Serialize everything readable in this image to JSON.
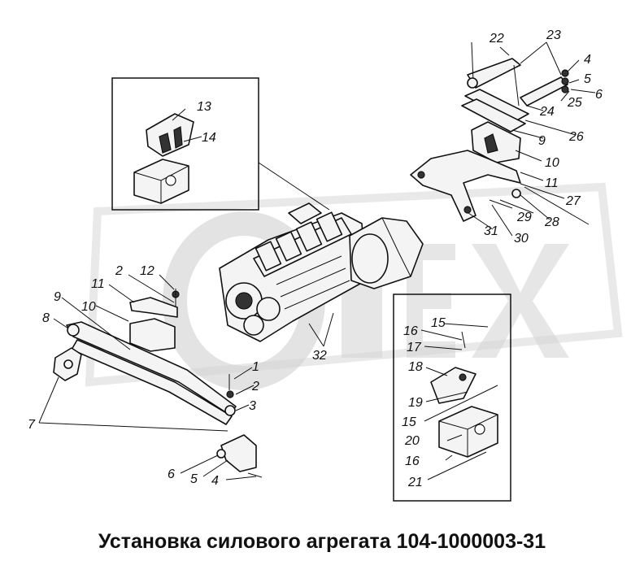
{
  "caption": "Установка силового агрегата 104-1000003-31",
  "watermark": {
    "text": "OREX",
    "logo_lettering": true
  },
  "labels": [
    {
      "id": "l22a",
      "text": "22"
    },
    {
      "id": "l23a",
      "text": "23"
    },
    {
      "id": "l4a",
      "text": "4"
    },
    {
      "id": "l5a",
      "text": "5"
    },
    {
      "id": "l6a",
      "text": "6"
    },
    {
      "id": "l24",
      "text": "24"
    },
    {
      "id": "l25",
      "text": "25"
    },
    {
      "id": "l26",
      "text": "26"
    },
    {
      "id": "l9a",
      "text": "9"
    },
    {
      "id": "l10a",
      "text": "10"
    },
    {
      "id": "l11a",
      "text": "11"
    },
    {
      "id": "l27",
      "text": "27"
    },
    {
      "id": "l28",
      "text": "28"
    },
    {
      "id": "l29",
      "text": "29"
    },
    {
      "id": "l31",
      "text": "31"
    },
    {
      "id": "l30",
      "text": "30"
    },
    {
      "id": "l13",
      "text": "13"
    },
    {
      "id": "l14",
      "text": "14"
    },
    {
      "id": "l2a",
      "text": "2"
    },
    {
      "id": "l12",
      "text": "12"
    },
    {
      "id": "l11b",
      "text": "11"
    },
    {
      "id": "l10b",
      "text": "10"
    },
    {
      "id": "l9b",
      "text": "9"
    },
    {
      "id": "l8",
      "text": "8"
    },
    {
      "id": "l7",
      "text": "7"
    },
    {
      "id": "l1",
      "text": "1"
    },
    {
      "id": "l2b",
      "text": "2"
    },
    {
      "id": "l3",
      "text": "3"
    },
    {
      "id": "l6b",
      "text": "6"
    },
    {
      "id": "l5b",
      "text": "5"
    },
    {
      "id": "l4b",
      "text": "4"
    },
    {
      "id": "l32",
      "text": "32"
    },
    {
      "id": "l15a",
      "text": "15"
    },
    {
      "id": "l16a",
      "text": "16"
    },
    {
      "id": "l17",
      "text": "17"
    },
    {
      "id": "l18",
      "text": "18"
    },
    {
      "id": "l19",
      "text": "19"
    },
    {
      "id": "l15b",
      "text": "15"
    },
    {
      "id": "l20",
      "text": "20"
    },
    {
      "id": "l16b",
      "text": "16"
    },
    {
      "id": "l21",
      "text": "21"
    }
  ]
}
